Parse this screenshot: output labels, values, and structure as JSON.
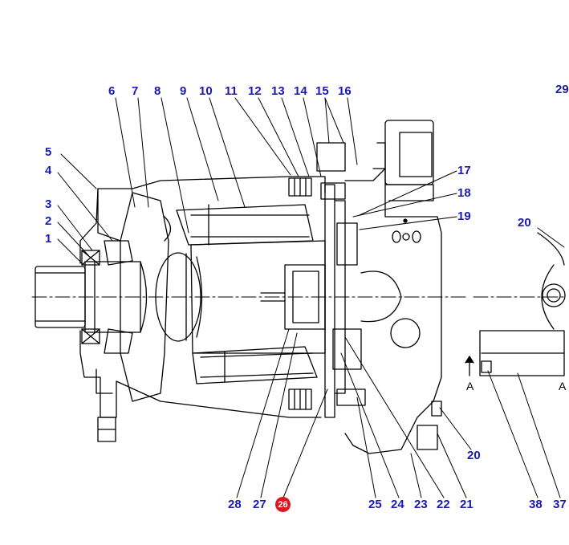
{
  "diagram": {
    "labels": {
      "l1": "1",
      "l2": "2",
      "l3": "3",
      "l4": "4",
      "l5": "5",
      "l6": "6",
      "l7": "7",
      "l8": "8",
      "l9": "9",
      "l10": "10",
      "l11": "11",
      "l12": "12",
      "l13": "13",
      "l14": "14",
      "l15": "15",
      "l16": "16",
      "l17": "17",
      "l18": "18",
      "l19": "19",
      "l20a": "20",
      "l20b": "20",
      "l21": "21",
      "l22": "22",
      "l23": "23",
      "l24": "24",
      "l25": "25",
      "l26": "26",
      "l27": "27",
      "l28": "28",
      "l29": "29",
      "l37": "37",
      "l38": "38"
    },
    "section_marks": {
      "a_left": "A",
      "a_right": "A"
    },
    "colors": {
      "label": "#1a1ab4",
      "line": "#000000",
      "highlight": "#e0141e"
    }
  }
}
